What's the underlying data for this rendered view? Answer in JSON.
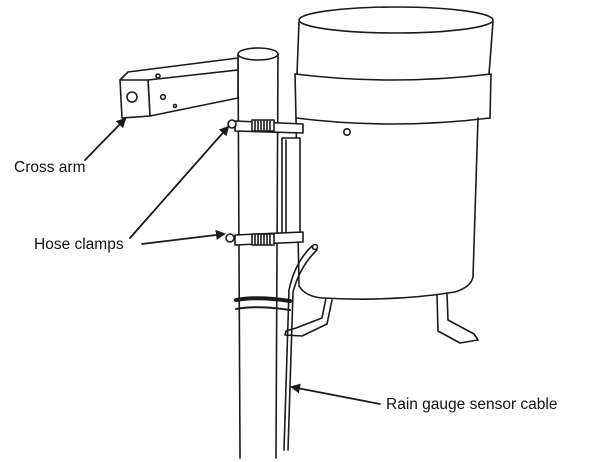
{
  "labels": {
    "cross_arm": "Cross arm",
    "hose_clamps": "Hose clamps",
    "sensor_cable": "Rain gauge sensor cable"
  },
  "colors": {
    "line": "#1a1a1a",
    "background": "#ffffff"
  }
}
